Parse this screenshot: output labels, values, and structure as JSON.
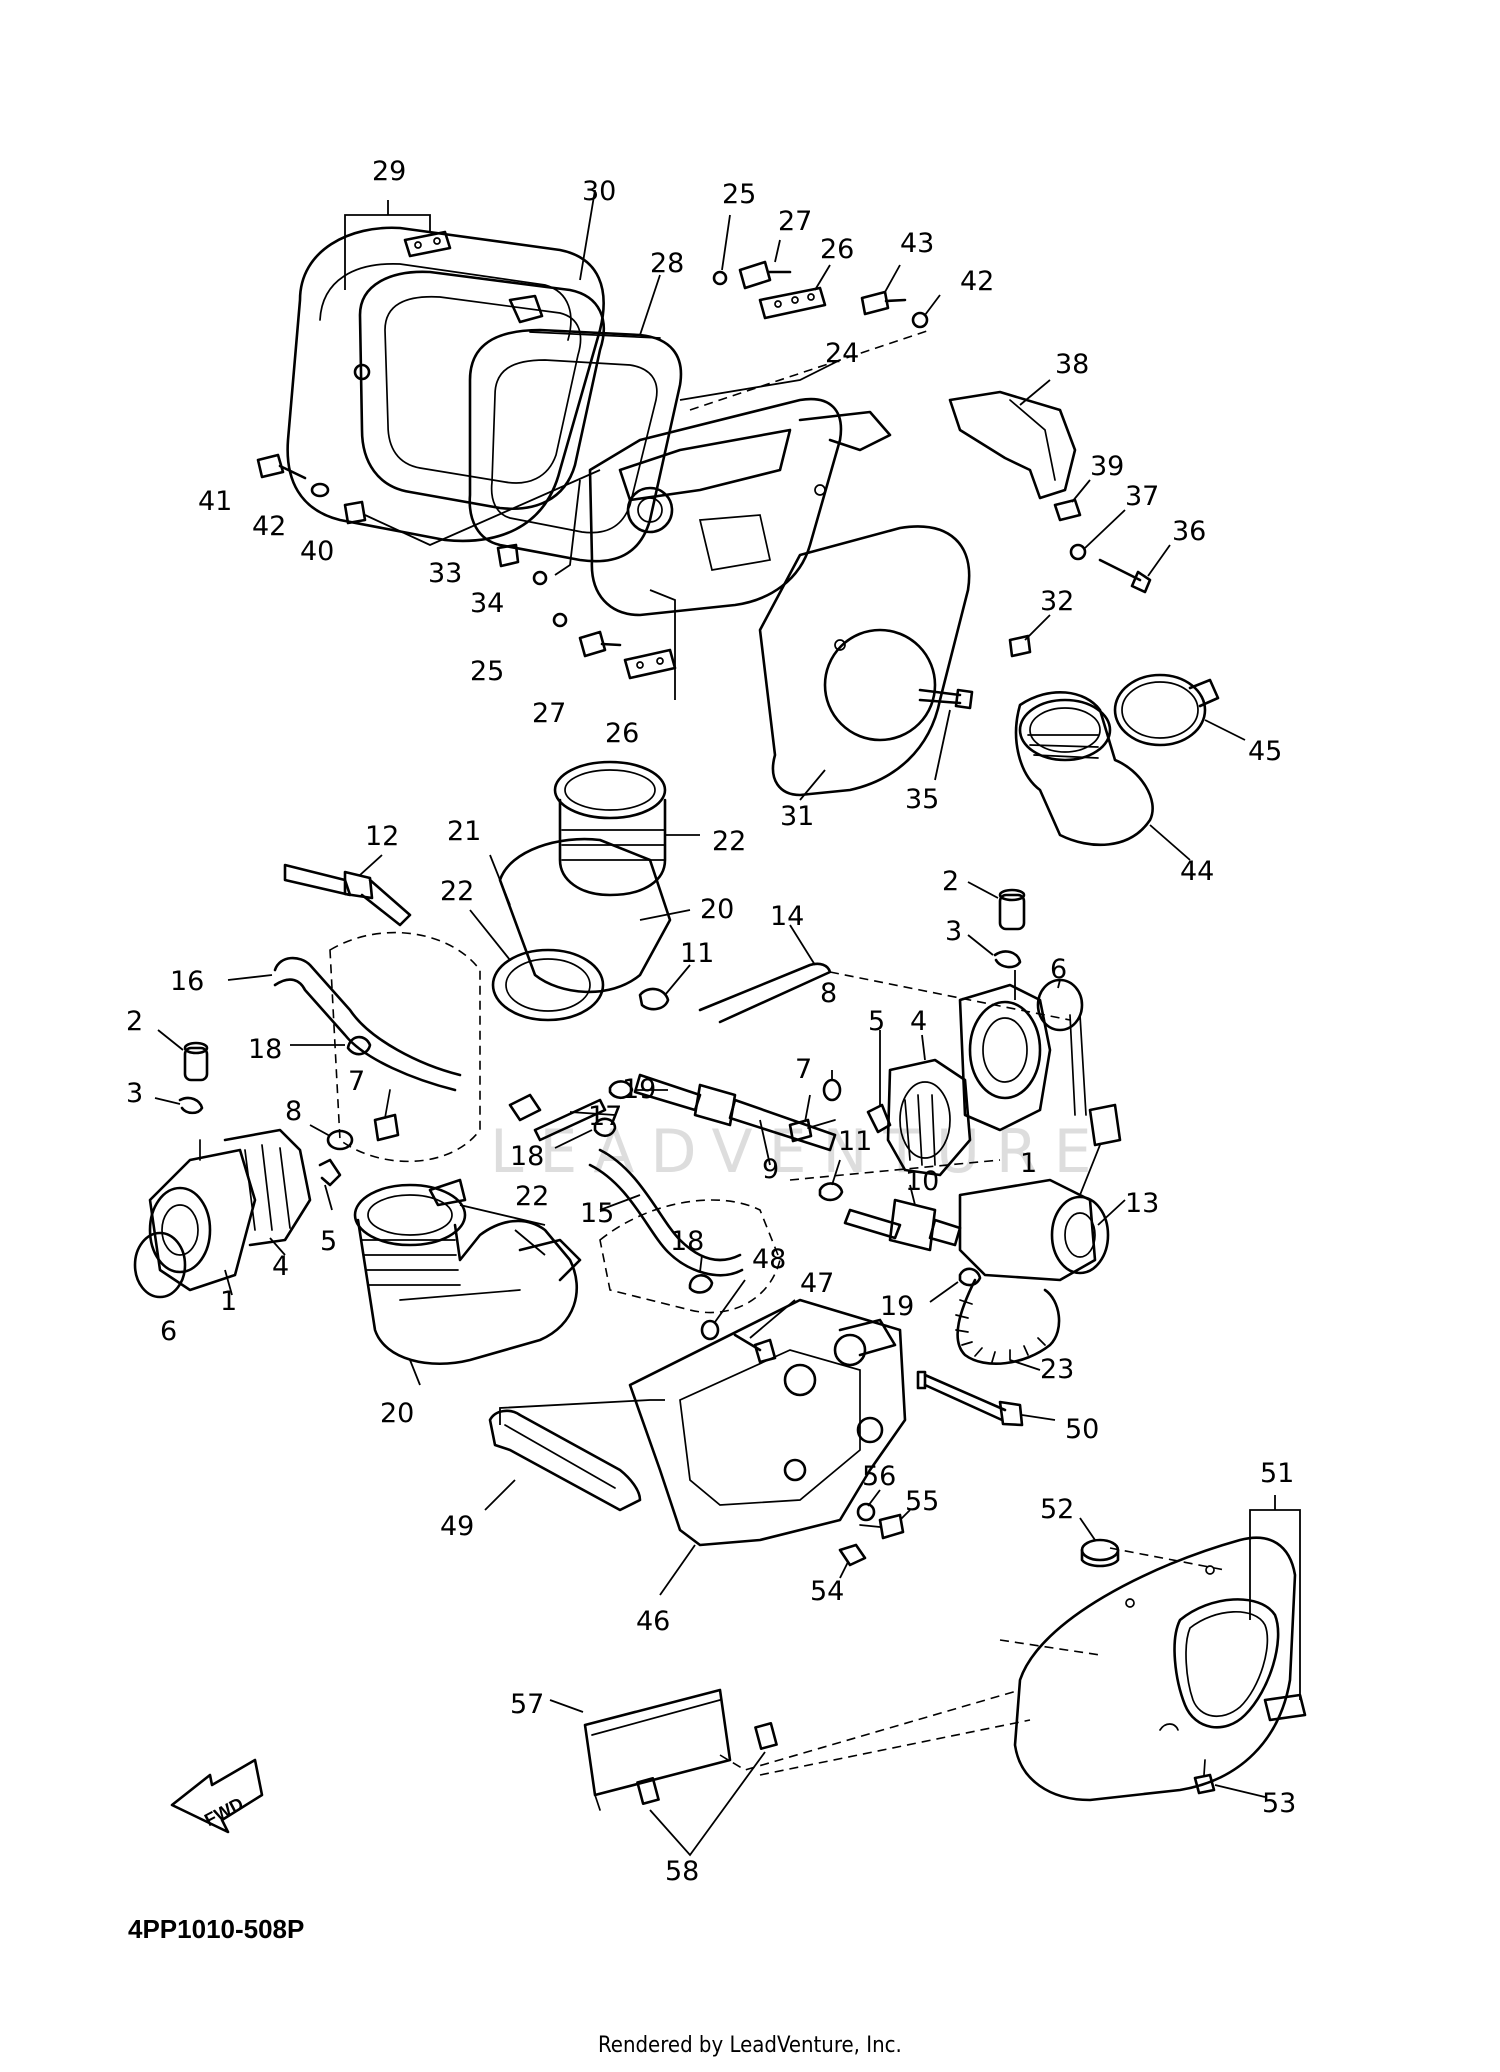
{
  "diagram": {
    "part_numbers": {
      "n1": "1",
      "n2": "2",
      "n3": "3",
      "n4": "4",
      "n5": "5",
      "n6": "6",
      "n7": "7",
      "n8": "8",
      "n9": "9",
      "n10": "10",
      "n11": "11",
      "n12": "12",
      "n13": "13",
      "n14": "14",
      "n15": "15",
      "n16": "16",
      "n17": "17",
      "n18": "18",
      "n19": "19",
      "n20": "20",
      "n21": "21",
      "n22": "22",
      "n23": "23",
      "n24": "24",
      "n25": "25",
      "n26": "26",
      "n27": "27",
      "n28": "28",
      "n29": "29",
      "n30": "30",
      "n31": "31",
      "n32": "32",
      "n33": "33",
      "n34": "34",
      "n35": "35",
      "n36": "36",
      "n37": "37",
      "n38": "38",
      "n39": "39",
      "n40": "40",
      "n41": "41",
      "n42": "42",
      "n43": "43",
      "n44": "44",
      "n45": "45",
      "n46": "46",
      "n47": "47",
      "n48": "48",
      "n49": "49",
      "n50": "50",
      "n51": "51",
      "n52": "52",
      "n53": "53",
      "n54": "54",
      "n55": "55",
      "n56": "56",
      "n57": "57",
      "n58": "58"
    },
    "fwd_label": "FWD",
    "diagram_code": "4PP1010-508P",
    "watermark": "LEADVENTURE",
    "footer": "Rendered by LeadVenture, Inc."
  }
}
